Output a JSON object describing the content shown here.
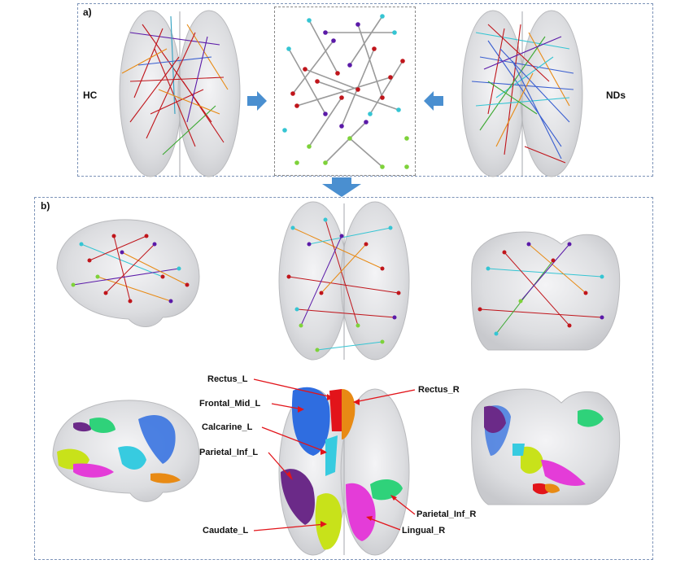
{
  "panel_a": {
    "label": "a)",
    "left_label": "HC",
    "right_label": "NDs"
  },
  "panel_b": {
    "label": "b)"
  },
  "regions": [
    "Rectus_L",
    "Frontal_Mid_L",
    "Calcarine_L",
    "Parietal_Inf_L",
    "Caudate_L",
    "Rectus_R",
    "Parietal_Inf_R",
    "Lingual_R"
  ],
  "colors": {
    "node_red": "#c0151b",
    "node_purple": "#5b1aa8",
    "node_cyan": "#35c5d3",
    "node_green": "#7ed23a",
    "arrow_blue": "#4a8fd0",
    "region_blue": "#2f6de0",
    "region_red": "#e2141a",
    "region_orange": "#e88a14",
    "region_cyan": "#37cbe0",
    "region_purple": "#6b2a88",
    "region_yellow": "#c8e21a",
    "region_magenta": "#e43cd8",
    "region_green": "#2fd27a"
  }
}
